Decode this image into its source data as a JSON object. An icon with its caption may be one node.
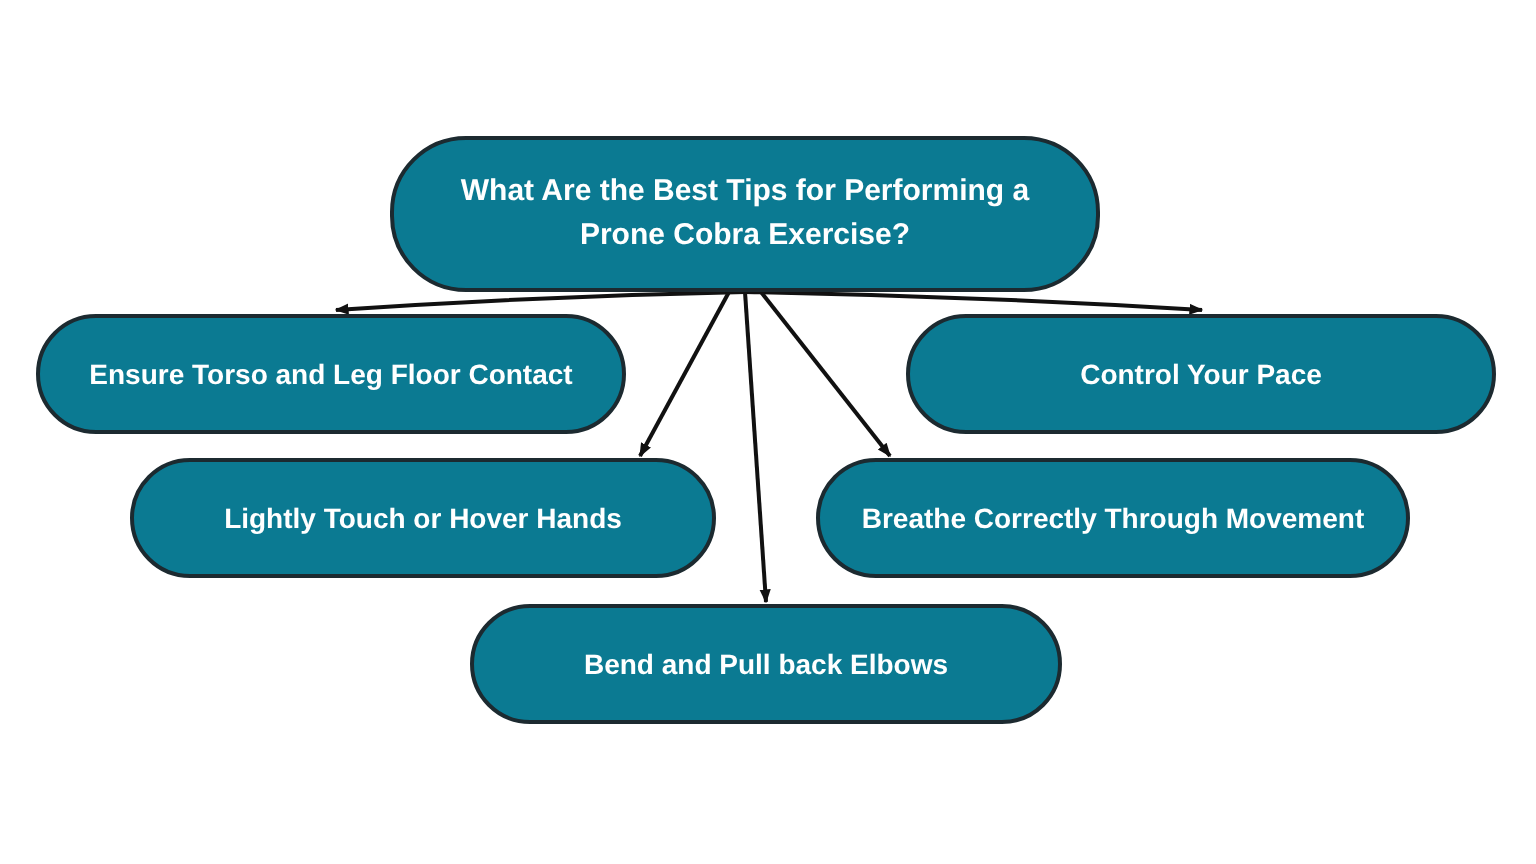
{
  "diagram": {
    "nodes": [
      {
        "text": [
          "What Are the Best Tips for Performing a Prone Cobra Exercise?"
        ]
      },
      {
        "text": [
          "Ensure Torso and Leg Floor Contact"
        ]
      },
      {
        "text": [
          "Control Your Pace"
        ]
      },
      {
        "text": [
          "Lightly Touch or Hover Hands"
        ]
      },
      {
        "text": [
          "Breathe Correctly Through Movement"
        ]
      },
      {
        "text": [
          "Bend and Pull back Elbows"
        ]
      }
    ],
    "edges": [
      {
        "from": 0,
        "to": 1,
        "arrow": "to"
      },
      {
        "from": 0,
        "to": 2,
        "arrow": "to"
      },
      {
        "from": 0,
        "to": 3,
        "arrow": "to"
      },
      {
        "from": 0,
        "to": 4,
        "arrow": "to"
      },
      {
        "from": 0,
        "to": 5,
        "arrow": "to"
      }
    ]
  }
}
